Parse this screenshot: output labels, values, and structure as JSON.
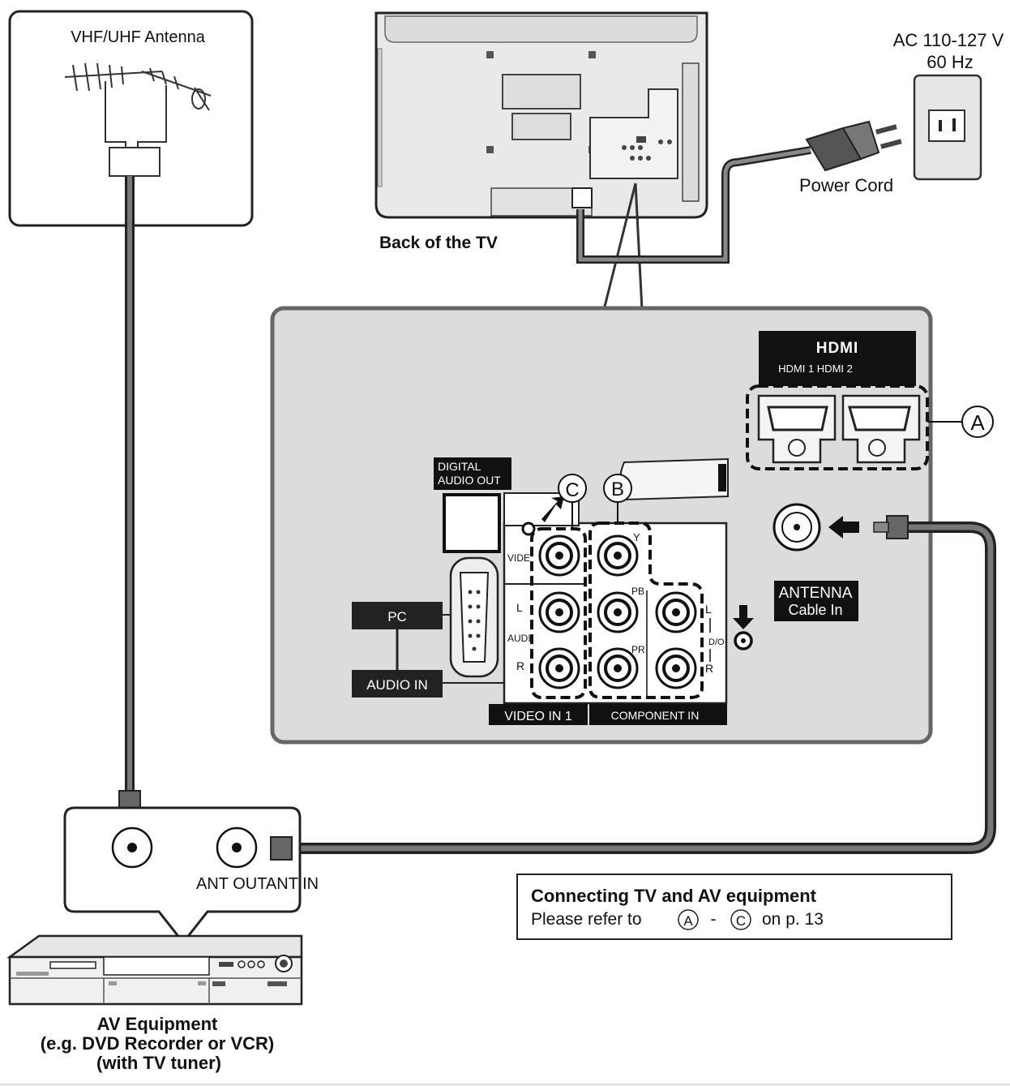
{
  "antenna": {
    "label": "VHF/UHF Antenna"
  },
  "power": {
    "spec_line1": "AC 110-127 V",
    "spec_line2": "60 Hz",
    "cord_label": "Power Cord"
  },
  "tv": {
    "back_label": "Back of the TV"
  },
  "panel": {
    "hdmi_logo": "HDMI",
    "hdmi_ports": "HDMI 1 HDMI 2",
    "callout_a": "A",
    "callout_b": "B",
    "callout_c": "C",
    "digital_audio_line1": "DIGITAL",
    "digital_audio_line2": "AUDIO OUT",
    "pc_label": "PC",
    "audio_in_label": "AUDIO IN",
    "video_label": "VIDE",
    "audio_label": "AUDI",
    "left_label": "L",
    "right_label": "R",
    "y_label": "Y",
    "pb_label": "PB",
    "pr_label": "PR",
    "comp_audio_label": "D/O",
    "video_in_label": "VIDEO IN 1",
    "component_in_label": "COMPONENT IN",
    "antenna_line1": "ANTENNA",
    "antenna_line2": "Cable In"
  },
  "av_equipment": {
    "ports_label": "ANT OUTANT IN",
    "name_line1": "AV Equipment",
    "name_line2": "(e.g. DVD Recorder or VCR)",
    "name_line3": "(with TV tuner)"
  },
  "note": {
    "title": "Connecting TV and AV equipment",
    "body_prefix": "Please refer to",
    "ref_a": "A",
    "dash": "-",
    "ref_c": "C",
    "body_suffix": "on p. 13"
  }
}
